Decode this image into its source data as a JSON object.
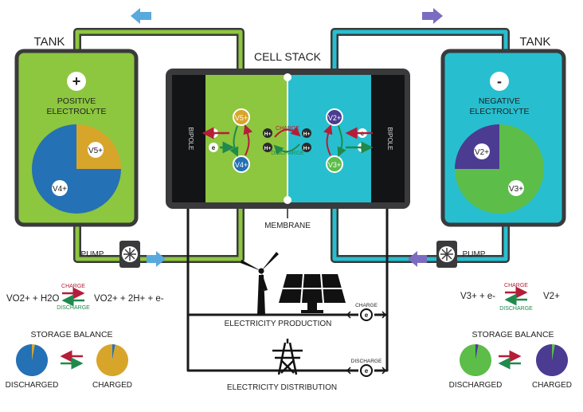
{
  "labels": {
    "tank_left": "TANK",
    "tank_right": "TANK",
    "cell_stack": "CELL STACK",
    "membrane": "MEMBRANE",
    "bipole_left": "BIPOLE",
    "bipole_right": "BIPOLE",
    "pump_left": "PUMP",
    "pump_right": "PUMP",
    "charge": "CHARGE",
    "discharge": "DISCHARGE",
    "electricity_production": "ELECTRICITY PRODUCTION",
    "electricity_distribution": "ELECTRICITY DISTRIBUTION"
  },
  "positive": {
    "sign": "+",
    "line1": "POSITIVE",
    "line2": "ELECTROLYTE",
    "pie_v5": "V5+",
    "pie_v4": "V4+",
    "v5_share": 0.25,
    "v4_share": 0.75
  },
  "negative": {
    "sign": "-",
    "line1": "NEGATIVE",
    "line2": "ELECTROLYTE",
    "pie_v2": "V2+",
    "pie_v3": "V3+",
    "v2_share": 0.25,
    "v3_share": 0.75
  },
  "cell": {
    "v5": "V5+",
    "v4": "V4+",
    "v2": "V2+",
    "v3": "V3+",
    "h": "H+",
    "e": "e",
    "charge": "CHARGE",
    "discharge": "DISCHARGE"
  },
  "reaction_left": {
    "lhs": "VO2+ + H2O",
    "rhs": "VO2+ + 2H+ + e-",
    "charge": "CHARGE",
    "discharge": "DISCHARGE"
  },
  "reaction_right": {
    "lhs": "V3+ + e-",
    "rhs": "V2+",
    "charge": "CHARGE",
    "discharge": "DISCHARGE"
  },
  "balance_left": {
    "title": "STORAGE BALANCE",
    "discharged": "DISCHARGED",
    "charged": "CHARGED",
    "discharged_yellow_share": 0.03,
    "charged_blue_share": 0.03
  },
  "balance_right": {
    "title": "STORAGE BALANCE",
    "discharged": "DISCHARGED",
    "charged": "CHARGED",
    "discharged_purple_share": 0.03,
    "charged_green_share": 0.03
  },
  "colors": {
    "green": "#8dc63f",
    "cyan": "#27bfcf",
    "dark": "#3a3a3c",
    "blue": "#2471b5",
    "gold": "#d8a52b",
    "purple": "#4b3b91",
    "lightgreen": "#5cbd48",
    "red": "#b51d38",
    "arrowgreen": "#1f8a4c",
    "arrowblue": "#5aa9dd",
    "arrowpurple": "#7c6cc1"
  }
}
